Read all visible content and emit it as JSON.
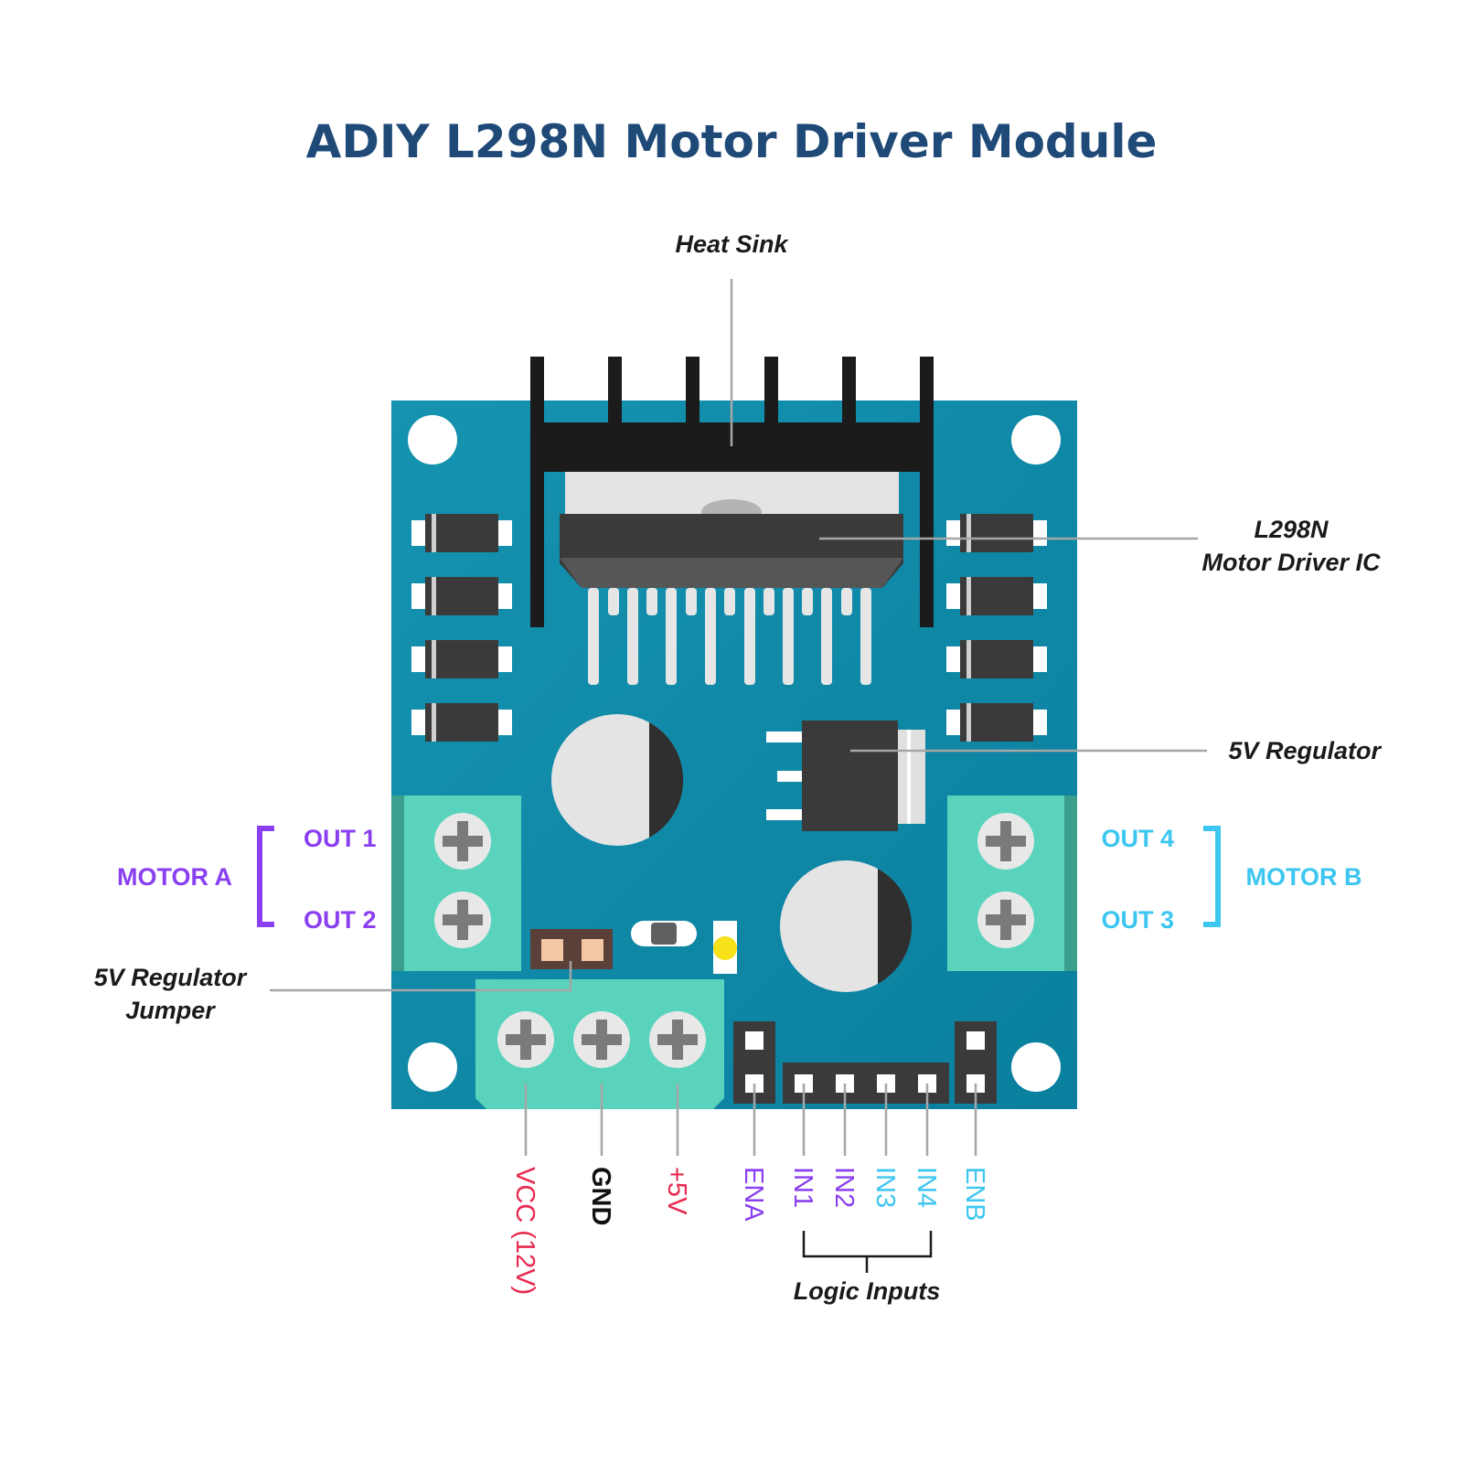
{
  "title": "ADIY L298N Motor Driver Module",
  "callouts": {
    "heat_sink": "Heat Sink",
    "ic_line1": "L298N",
    "ic_line2": "Motor Driver IC",
    "regulator": "5V Regulator",
    "jumper_line1": "5V Regulator",
    "jumper_line2": "Jumper",
    "logic_inputs": "Logic Inputs"
  },
  "motor_a": {
    "label": "MOTOR A",
    "out_top": "OUT 1",
    "out_bottom": "OUT 2"
  },
  "motor_b": {
    "label": "MOTOR B",
    "out_top": "OUT 4",
    "out_bottom": "OUT 3"
  },
  "pins": [
    {
      "label": "VCC (12V)",
      "color": "#e8294f"
    },
    {
      "label": "GND",
      "color": "#111111"
    },
    {
      "label": "+5V",
      "color": "#e8294f"
    },
    {
      "label": "ENA",
      "color": "#8a3ff0"
    },
    {
      "label": "IN1",
      "color": "#8a3ff0"
    },
    {
      "label": "IN2",
      "color": "#8a3ff0"
    },
    {
      "label": "IN3",
      "color": "#3dc6f0"
    },
    {
      "label": "IN4",
      "color": "#3dc6f0"
    },
    {
      "label": "ENB",
      "color": "#3dc6f0"
    }
  ],
  "colors": {
    "title": "#1f4a78",
    "board": "#0d89a8",
    "terminal": "#5ad3bd",
    "motor_a": "#8a3ff0",
    "motor_b": "#3dc6f0",
    "heatsink": "#1b1b1b",
    "chip": "#3a3a3a"
  }
}
